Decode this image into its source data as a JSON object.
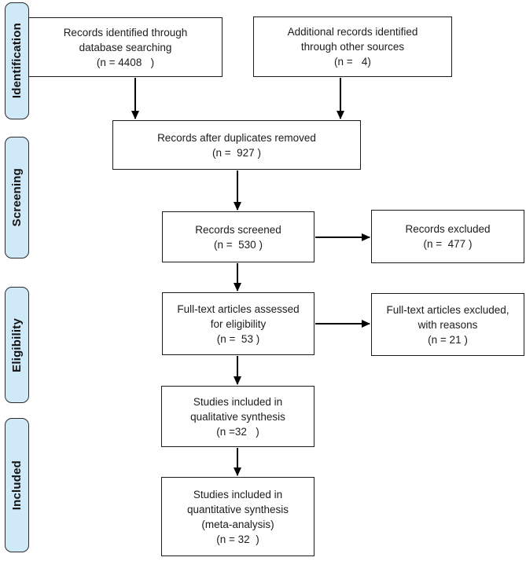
{
  "colors": {
    "stage_fill": "#cfe9f9",
    "stage_border": "#2b2b2b",
    "box_fill": "#ffffff",
    "box_border": "#1b1b1b",
    "arrow": "#000000"
  },
  "stages": [
    {
      "id": "identification",
      "label": "Identification"
    },
    {
      "id": "screening",
      "label": "Screening"
    },
    {
      "id": "eligibility",
      "label": "Eligibility"
    },
    {
      "id": "included",
      "label": "Included"
    }
  ],
  "boxes": [
    {
      "id": "records-identified",
      "n": 4408,
      "text": "Records identified through\ndatabase searching\n(n = 4408   )"
    },
    {
      "id": "additional-records",
      "n": 4,
      "text": "Additional records identified\nthrough other sources\n(n =   4)"
    },
    {
      "id": "duplicates-removed",
      "n": 927,
      "text": "Records after duplicates removed\n(n =  927 )"
    },
    {
      "id": "records-screened",
      "n": 530,
      "text": "Records screened\n(n =  530 )"
    },
    {
      "id": "records-excluded",
      "n": 477,
      "text": "Records excluded\n(n =  477 )"
    },
    {
      "id": "fulltext-assessed",
      "n": 53,
      "text": "Full-text articles assessed\nfor eligibility\n(n =  53 )"
    },
    {
      "id": "fulltext-excluded",
      "n": 21,
      "text": "Full-text articles excluded,\nwith reasons\n(n = 21 )"
    },
    {
      "id": "qualitative",
      "n": 32,
      "text": "Studies included in\nqualitative synthesis\n(n =32   )"
    },
    {
      "id": "quantitative",
      "n": 32,
      "text": "Studies included in\nquantitative synthesis\n(meta-analysis)\n(n = 32  )"
    }
  ],
  "flow": [
    {
      "from": "records-identified",
      "to": "duplicates-removed"
    },
    {
      "from": "additional-records",
      "to": "duplicates-removed"
    },
    {
      "from": "duplicates-removed",
      "to": "records-screened"
    },
    {
      "from": "records-screened",
      "to": "records-excluded"
    },
    {
      "from": "records-screened",
      "to": "fulltext-assessed"
    },
    {
      "from": "fulltext-assessed",
      "to": "fulltext-excluded"
    },
    {
      "from": "fulltext-assessed",
      "to": "qualitative"
    },
    {
      "from": "qualitative",
      "to": "quantitative"
    }
  ]
}
